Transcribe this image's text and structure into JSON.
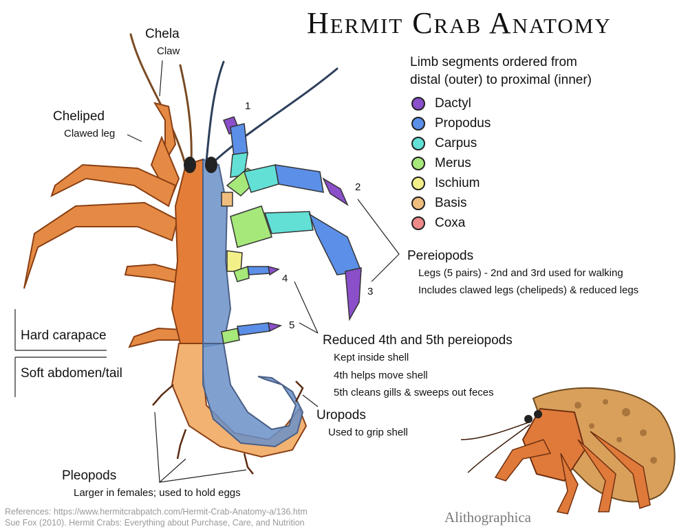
{
  "title": "Hermit Crab Anatomy",
  "legend": {
    "heading_line1": "Limb segments ordered from",
    "heading_line2": "distal (outer) to proximal (inner)",
    "items": [
      {
        "label": "Dactyl",
        "color": "#8a4fc9"
      },
      {
        "label": "Propodus",
        "color": "#5b8fe8"
      },
      {
        "label": "Carpus",
        "color": "#63e0d6"
      },
      {
        "label": "Merus",
        "color": "#a6e87a"
      },
      {
        "label": "Ischium",
        "color": "#f3f08a"
      },
      {
        "label": "Basis",
        "color": "#efbe7e"
      },
      {
        "label": "Coxa",
        "color": "#ee8a8a"
      }
    ]
  },
  "labels": {
    "chela": "Chela",
    "claw": "Claw",
    "cheliped": "Cheliped",
    "clawed_leg": "Clawed leg",
    "hard_carapace": "Hard carapace",
    "soft_abdomen": "Soft abdomen/tail",
    "pleopods": "Pleopods",
    "pleopods_desc": "Larger in females; used to hold eggs",
    "uropods": "Uropods",
    "uropods_desc": "Used to grip shell",
    "pereiopods": "Pereiopods",
    "pereiopods_desc1": "Legs (5 pairs) - 2nd and 3rd used for walking",
    "pereiopods_desc2": "Includes clawed legs (chelipeds) & reduced legs",
    "reduced": "Reduced 4th and 5th pereiopods",
    "reduced_desc1": "Kept inside shell",
    "reduced_desc2": "4th helps move shell",
    "reduced_desc3": "5th cleans gills & sweeps out feces"
  },
  "leg_numbers": [
    "1",
    "2",
    "3",
    "4",
    "5"
  ],
  "references": {
    "line1": "References: https://www.hermitcrabpatch.com/Hermit-Crab-Anatomy-a/136.htm",
    "line2": "Sue Fox (2010). Hermit Crabs: Everything about Purchase, Care, and Nutrition"
  },
  "signature": "Alithographica"
}
